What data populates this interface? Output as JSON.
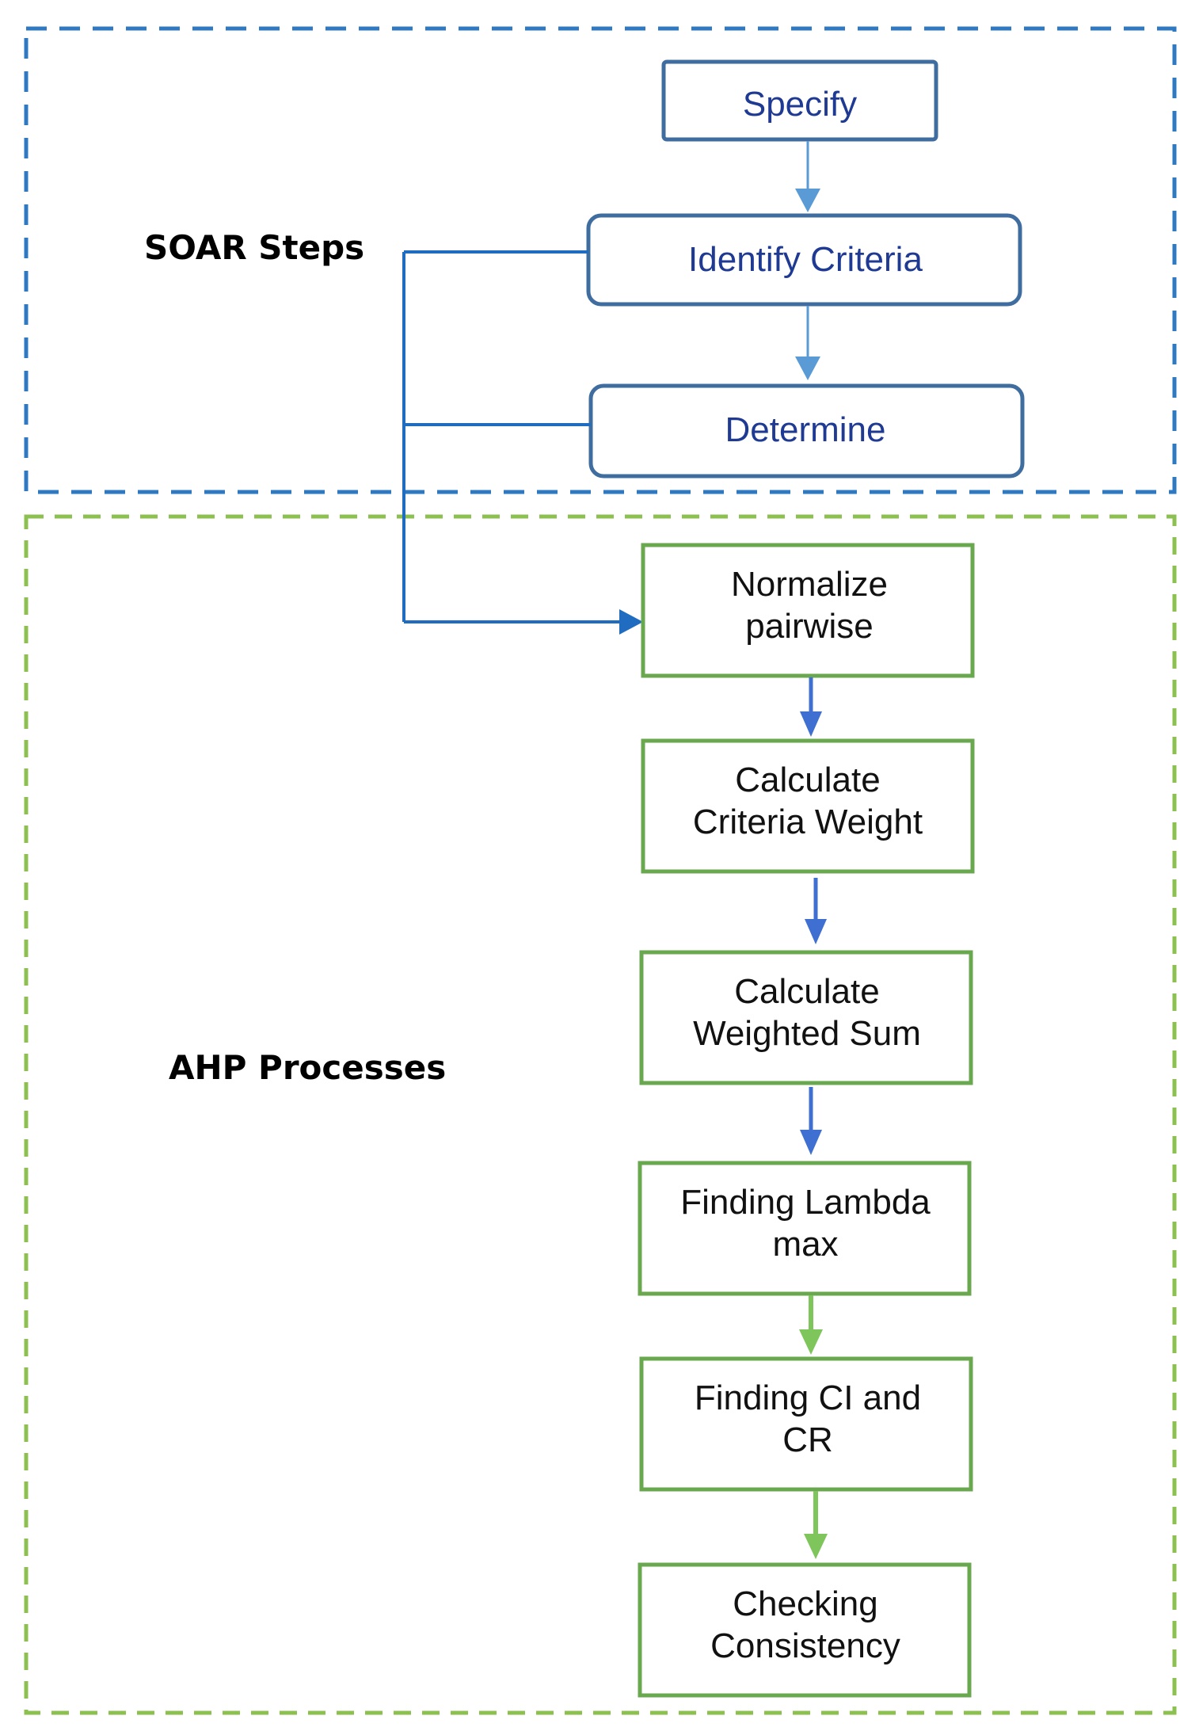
{
  "groups": {
    "soar": {
      "label": "SOAR Steps"
    },
    "ahp": {
      "label": "AHP Processes"
    }
  },
  "soar_steps": [
    {
      "lines": [
        "Specify"
      ]
    },
    {
      "lines": [
        "Identify Criteria"
      ]
    },
    {
      "lines": [
        "Determine"
      ]
    }
  ],
  "ahp_steps": [
    {
      "lines": [
        "Normalize",
        "pairwise"
      ]
    },
    {
      "lines": [
        "Calculate",
        "Criteria Weight"
      ]
    },
    {
      "lines": [
        "Calculate",
        "Weighted Sum"
      ]
    },
    {
      "lines": [
        "Finding Lambda",
        "max"
      ]
    },
    {
      "lines": [
        "Finding CI and",
        "CR"
      ]
    },
    {
      "lines": [
        "Checking",
        "Consistency"
      ]
    }
  ],
  "colors": {
    "soar_border": "#2e79c2",
    "soar_box_border": "#3f6d9f",
    "soar_text": "#1f3a93",
    "soar_arrow": "#5b9bd5",
    "connector": "#1f6cc1",
    "ahp_border": "#8cc152",
    "ahp_box_border": "#6aa84f",
    "ahp_arrow_blue": "#3f6fd0",
    "ahp_arrow_green": "#7ec55b",
    "ahp_text": "#111111"
  }
}
